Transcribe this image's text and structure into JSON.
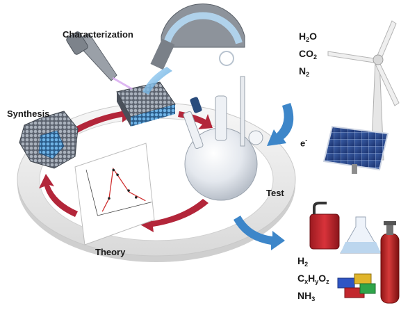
{
  "labels": {
    "characterization": "Characterization",
    "synthesis": "Synthesis",
    "test": "Test",
    "theory": "Theory",
    "electron": {
      "base": "e",
      "sup": "-"
    }
  },
  "inputs": [
    {
      "base": "H",
      "sub": "2",
      "rest": "O"
    },
    {
      "base": "CO",
      "sub": "2",
      "rest": ""
    },
    {
      "base": "N",
      "sub": "2",
      "rest": ""
    }
  ],
  "outputs": [
    {
      "parts": [
        {
          "t": "H"
        },
        {
          "s": "2"
        }
      ]
    },
    {
      "parts": [
        {
          "t": "C"
        },
        {
          "s": "x"
        },
        {
          "t": "H"
        },
        {
          "s": "y"
        },
        {
          "t": "O"
        },
        {
          "s": "z"
        }
      ]
    },
    {
      "parts": [
        {
          "t": "NH"
        },
        {
          "s": "3"
        }
      ]
    }
  ],
  "colors": {
    "cycle_arrow": "#b3263a",
    "flow_arrow": "#3d86c9",
    "ring": "#e9e9e9",
    "gas_can": "#c8232c",
    "cylinder": "#c42424",
    "solar_panel": "#2a4a8a"
  }
}
